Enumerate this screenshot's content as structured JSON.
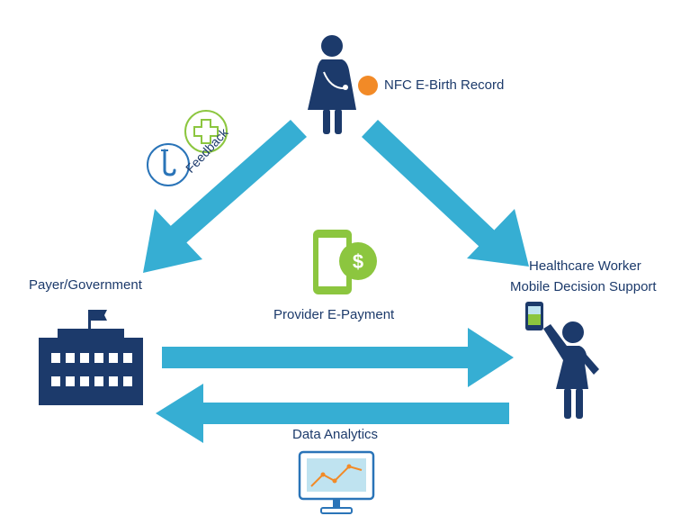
{
  "labels": {
    "nfc_record": "NFC E-Birth Record",
    "feedback": "Feedback",
    "payer": "Payer/Government",
    "provider_payment": "Provider E-Payment",
    "healthcare_worker_line1": "Healthcare Worker",
    "healthcare_worker_line2": "Mobile Decision Support",
    "data_analytics": "Data Analytics"
  },
  "colors": {
    "arrow": "#36aed3",
    "navy": "#1c3a6b",
    "orange": "#f28a27",
    "green": "#8cc63f",
    "blue_outline": "#2a74b8"
  },
  "icons": [
    "mother-icon",
    "nfc-dot-icon",
    "clipboard-icon",
    "plus-icon",
    "phone-payment-icon",
    "government-building-icon",
    "health-worker-icon",
    "smartphone-icon",
    "monitor-analytics-icon"
  ]
}
